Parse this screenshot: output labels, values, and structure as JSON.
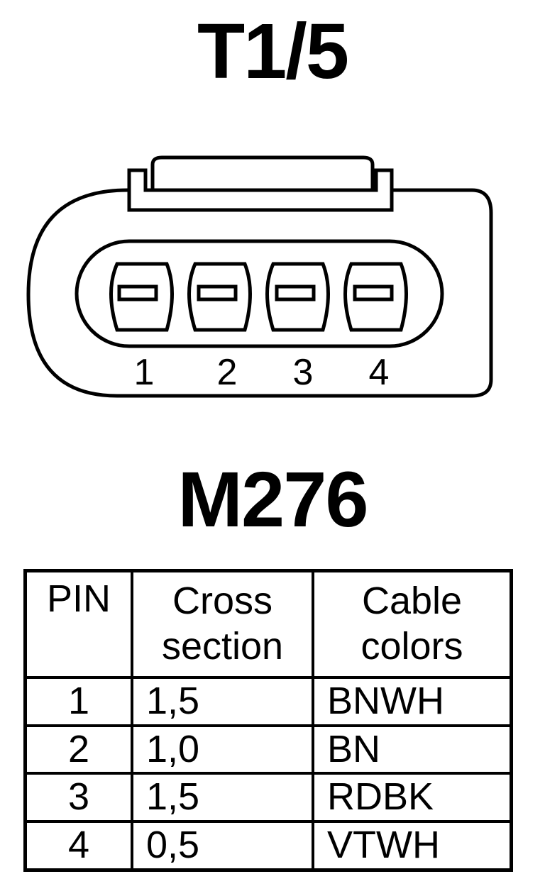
{
  "connector": {
    "title": "T1/5",
    "pins": [
      "1",
      "2",
      "3",
      "4"
    ]
  },
  "component": {
    "title": "M276"
  },
  "table": {
    "headers": {
      "pin": "PIN",
      "cross_section": [
        "Cross",
        "section"
      ],
      "cable_colors": [
        "Cable",
        "colors"
      ]
    },
    "rows": [
      {
        "pin": "1",
        "cross_section": "1,5",
        "color": "BNWH"
      },
      {
        "pin": "2",
        "cross_section": "1,0",
        "color": "BN"
      },
      {
        "pin": "3",
        "cross_section": "1,5",
        "color": "RDBK"
      },
      {
        "pin": "4",
        "cross_section": "0,5",
        "color": "VTWH"
      }
    ]
  },
  "colors": {
    "line": "#000000",
    "background": "#ffffff"
  }
}
